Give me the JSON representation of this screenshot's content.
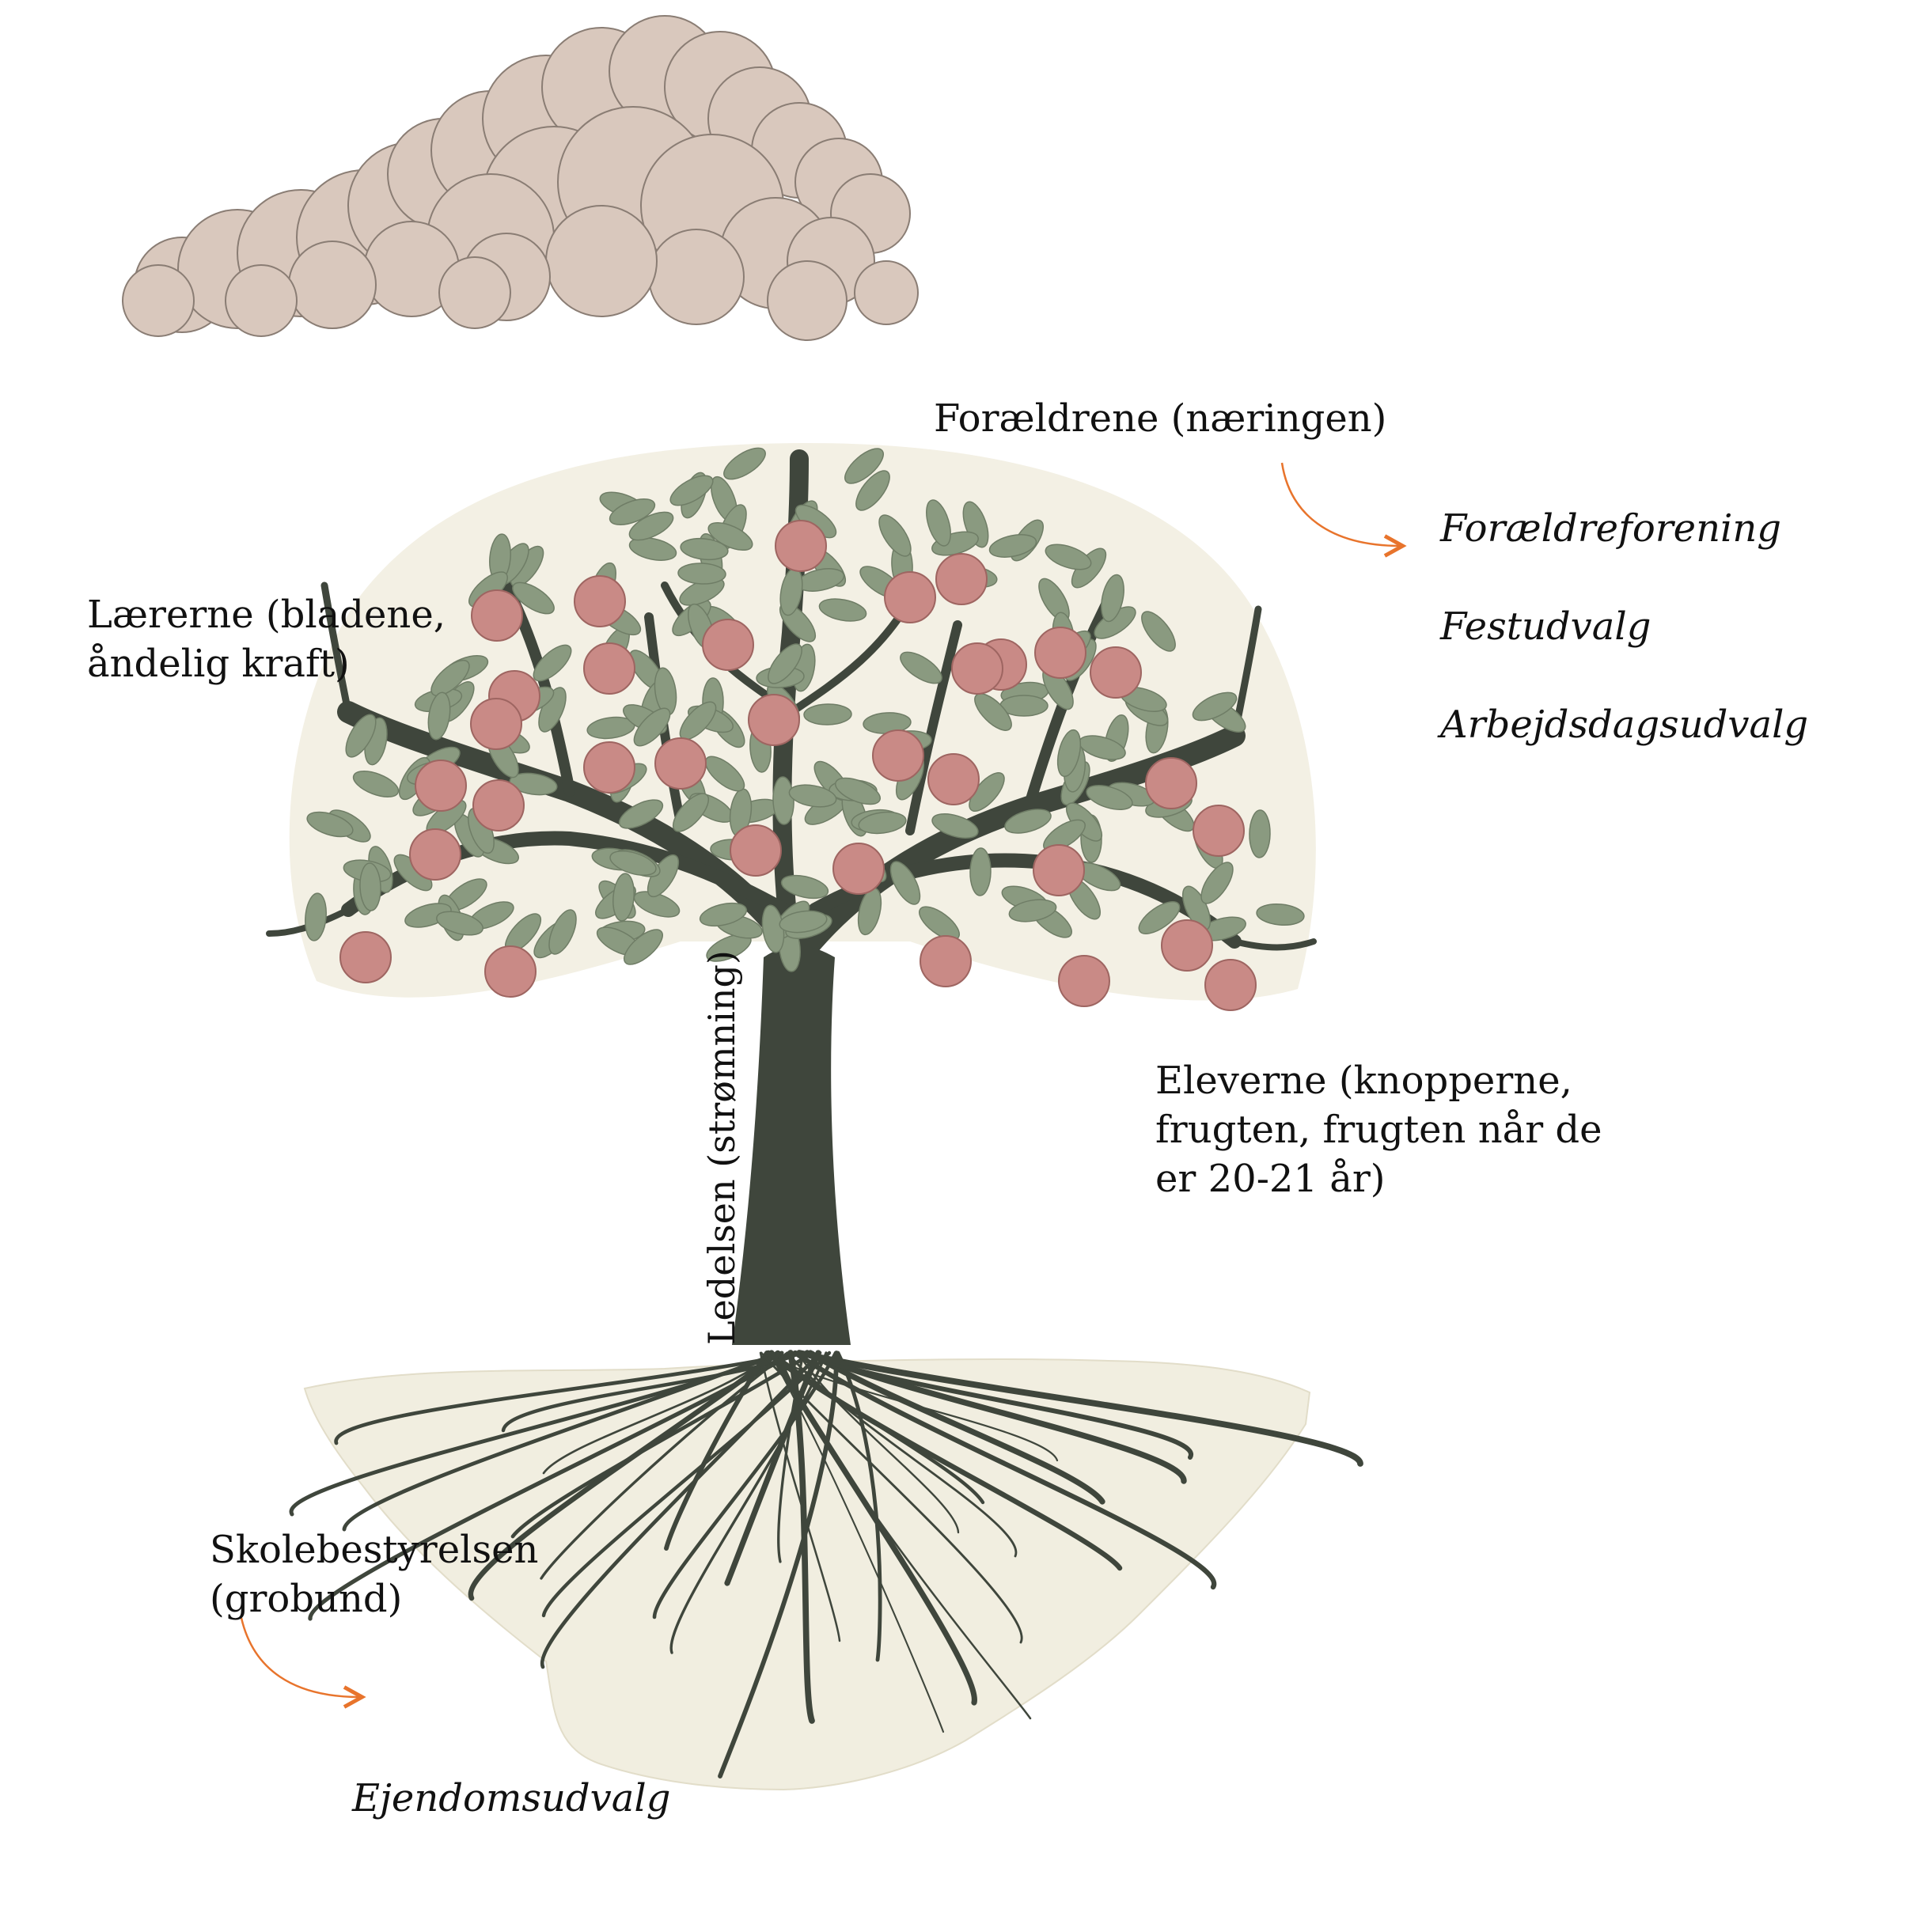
{
  "labels": {
    "parents": "Forældrene (næringen)",
    "parents_committees": [
      "Forældreforening",
      "Festudvalg",
      "Arbejdsdagsudvalg"
    ],
    "teachers": "Lærerne (bladene,\nåndelig kraft)",
    "management": "Ledelsen (strømning)",
    "students": "Eleverne (knopperne,\nfrugten, frugten når de\ner 20-21 år)",
    "board": "Skolebestyrelsen\n(grobund)",
    "board_committees": [
      "Ejendomsudvalg"
    ]
  },
  "colors": {
    "trunk": "#3f463c",
    "leaf": "#8a9a80",
    "apple": "#c98a86",
    "cloud": "#d9c8bd",
    "canopy_bg": "#f3f0e4",
    "soil": "#f1eee0",
    "arrow": "#e8742c"
  },
  "icons": [
    "cloud-icon",
    "tree-icon",
    "arrow-icon"
  ]
}
